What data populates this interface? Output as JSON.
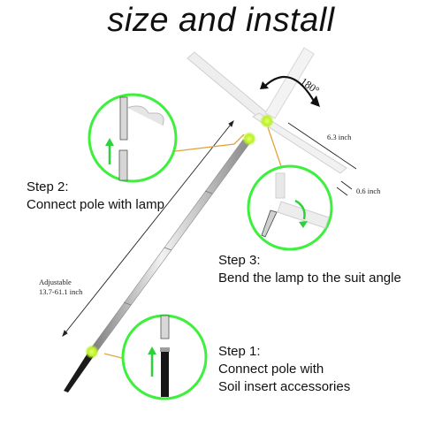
{
  "title": "size and install",
  "steps": {
    "step2": {
      "heading": "Step 2:",
      "text": "Connect pole with lamp"
    },
    "step3": {
      "heading": "Step 3:",
      "text": "Bend the lamp to  the suit angle"
    },
    "step1": {
      "heading": "Step 1:",
      "line1": "Connect pole with",
      "line2": "Soil insert accessories"
    }
  },
  "dimensions": {
    "rotation": "180°",
    "lamp_length": "6.3 inch",
    "lamp_width": "0.6 inch",
    "adjustable_label": "Adjustable",
    "adjustable_range": "13.7-61.1 inch"
  },
  "colors": {
    "circle_border": "#3cf03c",
    "callout_line": "#e3a43a",
    "led_glow": "#c6ff2e",
    "pole_dark": "#1a1a1a"
  },
  "icons": [
    "zoom-circle-icon",
    "arrow-up-icon",
    "curved-arrow-icon",
    "rotation-arrow-icon"
  ]
}
